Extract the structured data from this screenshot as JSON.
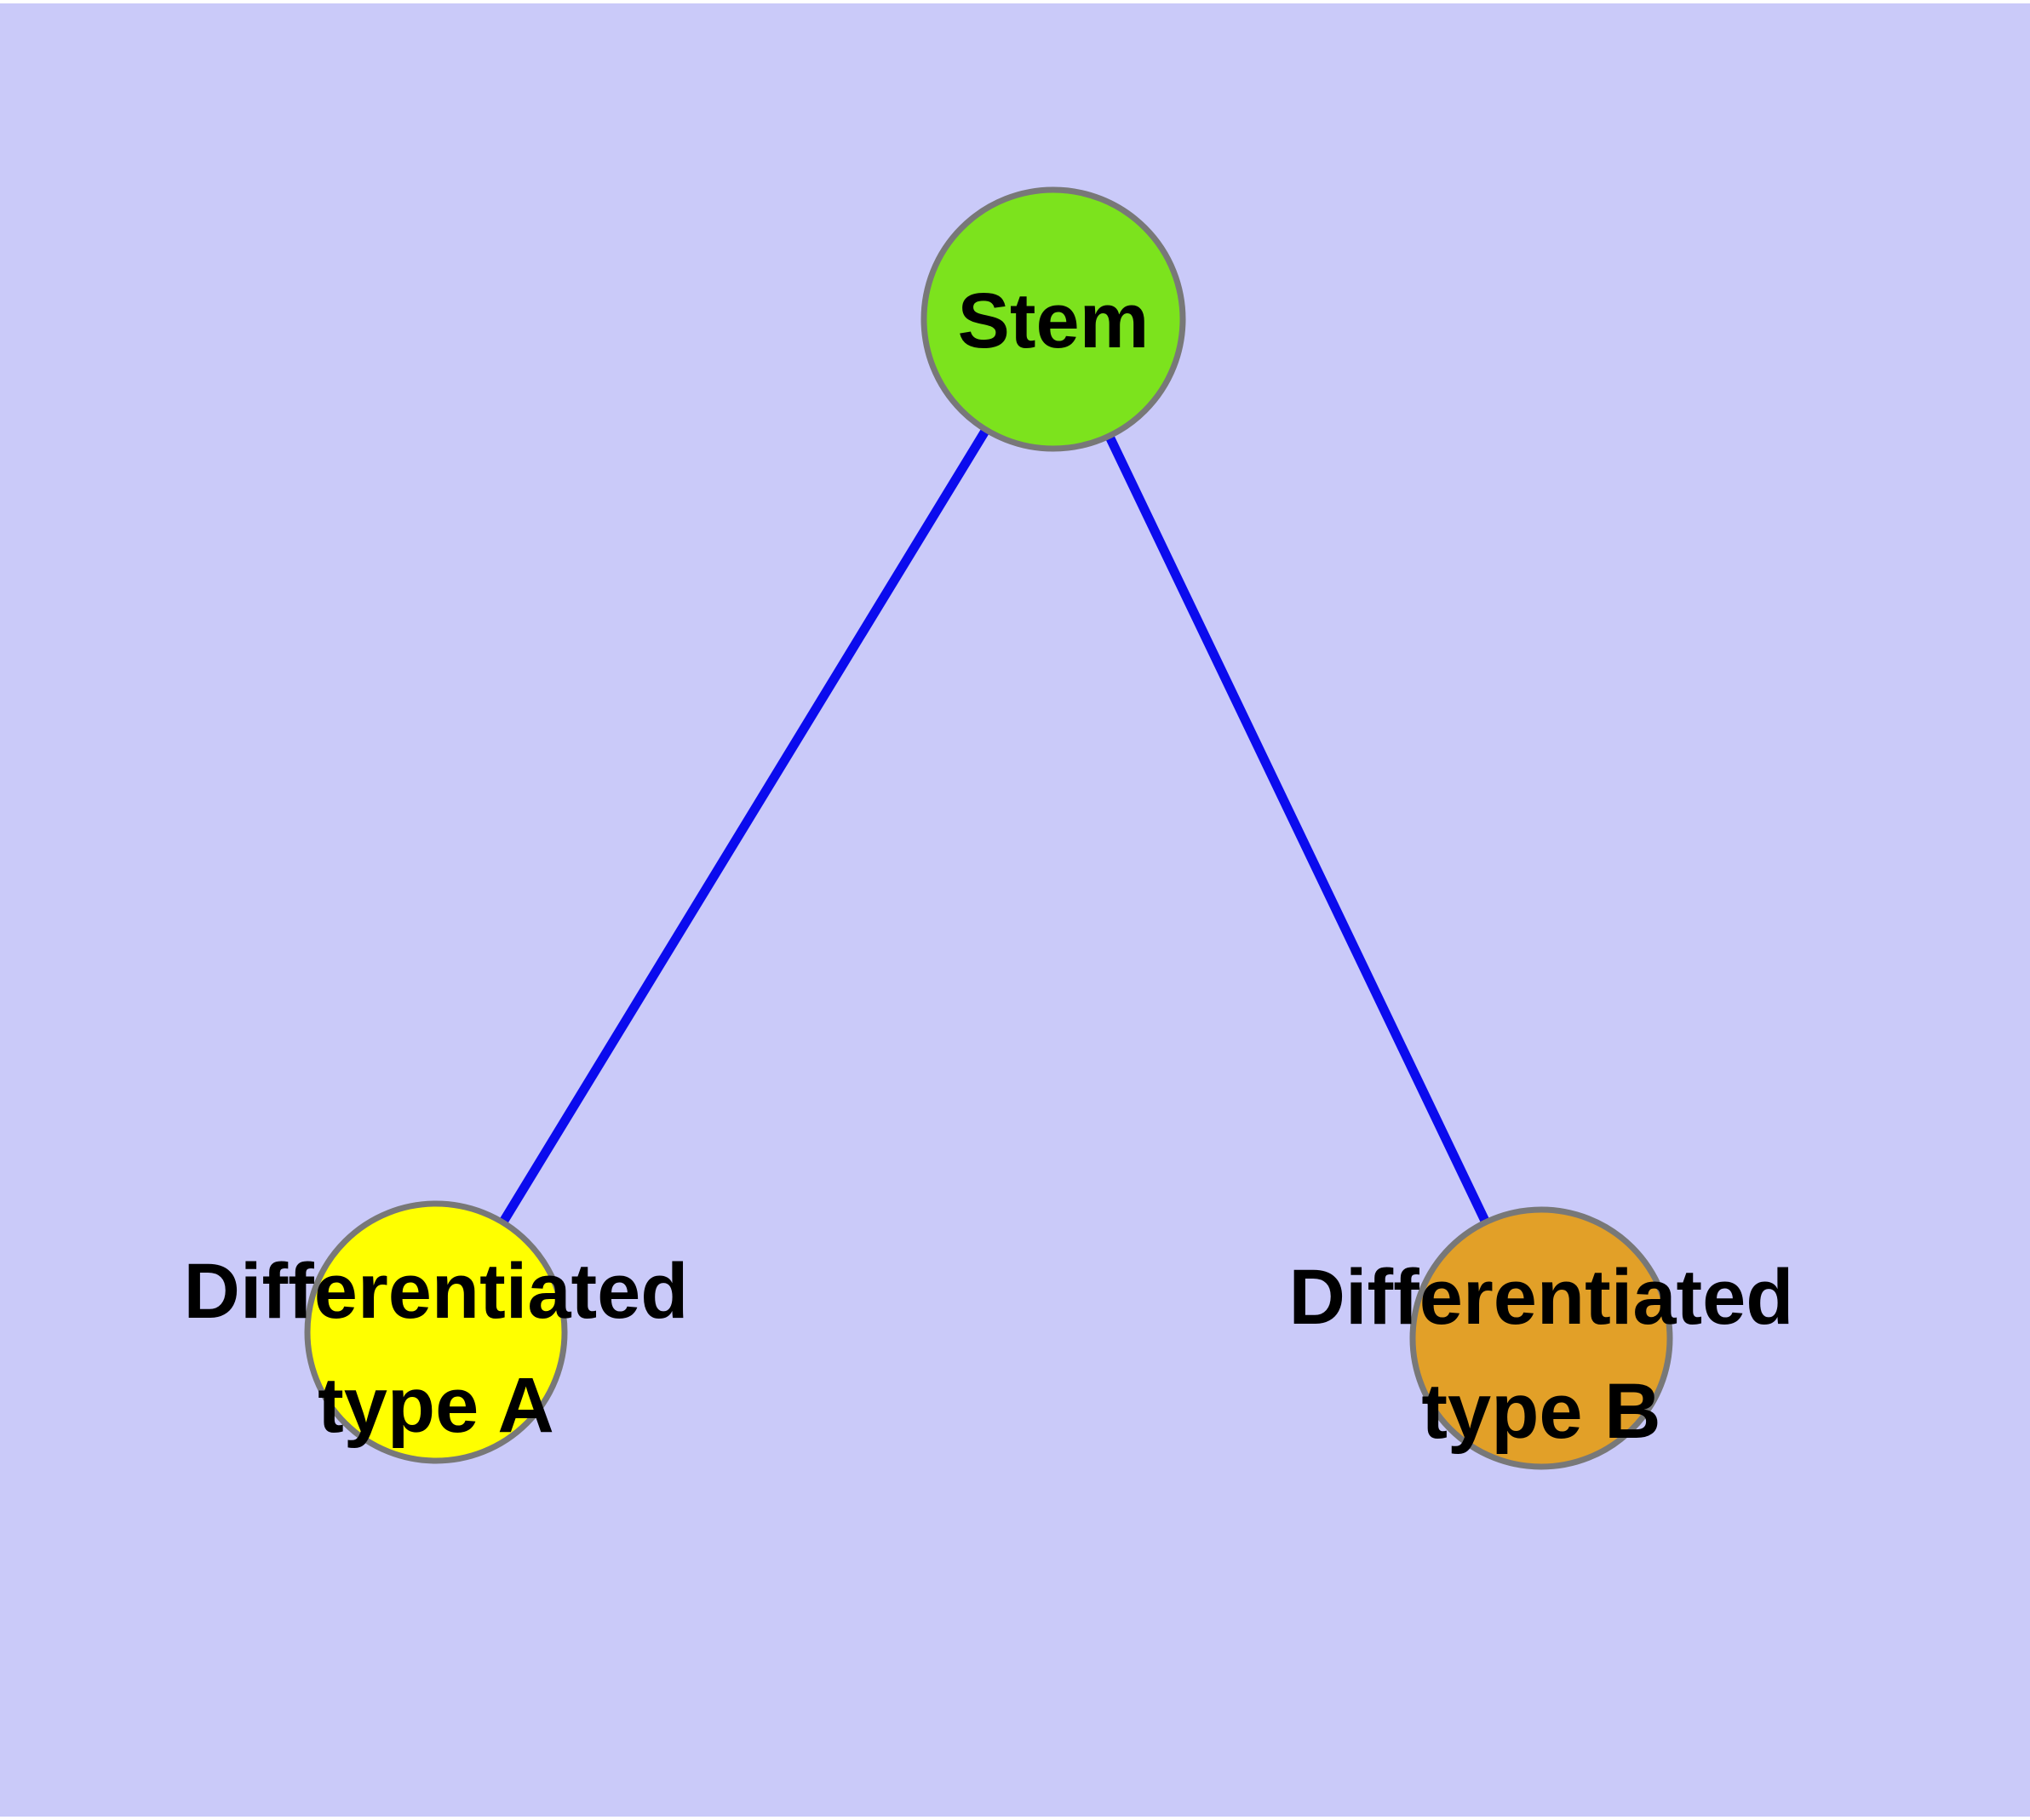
{
  "diagram": {
    "type": "graph",
    "background_color": "#cacaf9",
    "page_margin_color": "#ffffff",
    "node_border_color": "#787878",
    "edge_color": "#0b0bee",
    "label_color": "#000000",
    "nodes": {
      "stem": {
        "label": "Stem",
        "fill": "#7ce31d"
      },
      "type_a": {
        "label": "Differentiated type A",
        "label_line1": "Differentiated",
        "label_line2": "type A",
        "fill": "#ffff00"
      },
      "type_b": {
        "label": "Differentiated type B",
        "label_line1": "Differentiated",
        "label_line2": "type B",
        "fill": "#e2a028"
      }
    },
    "edges": [
      {
        "from": "Stem",
        "to": "Differentiated type A"
      },
      {
        "from": "Stem",
        "to": "Differentiated type B"
      }
    ]
  }
}
